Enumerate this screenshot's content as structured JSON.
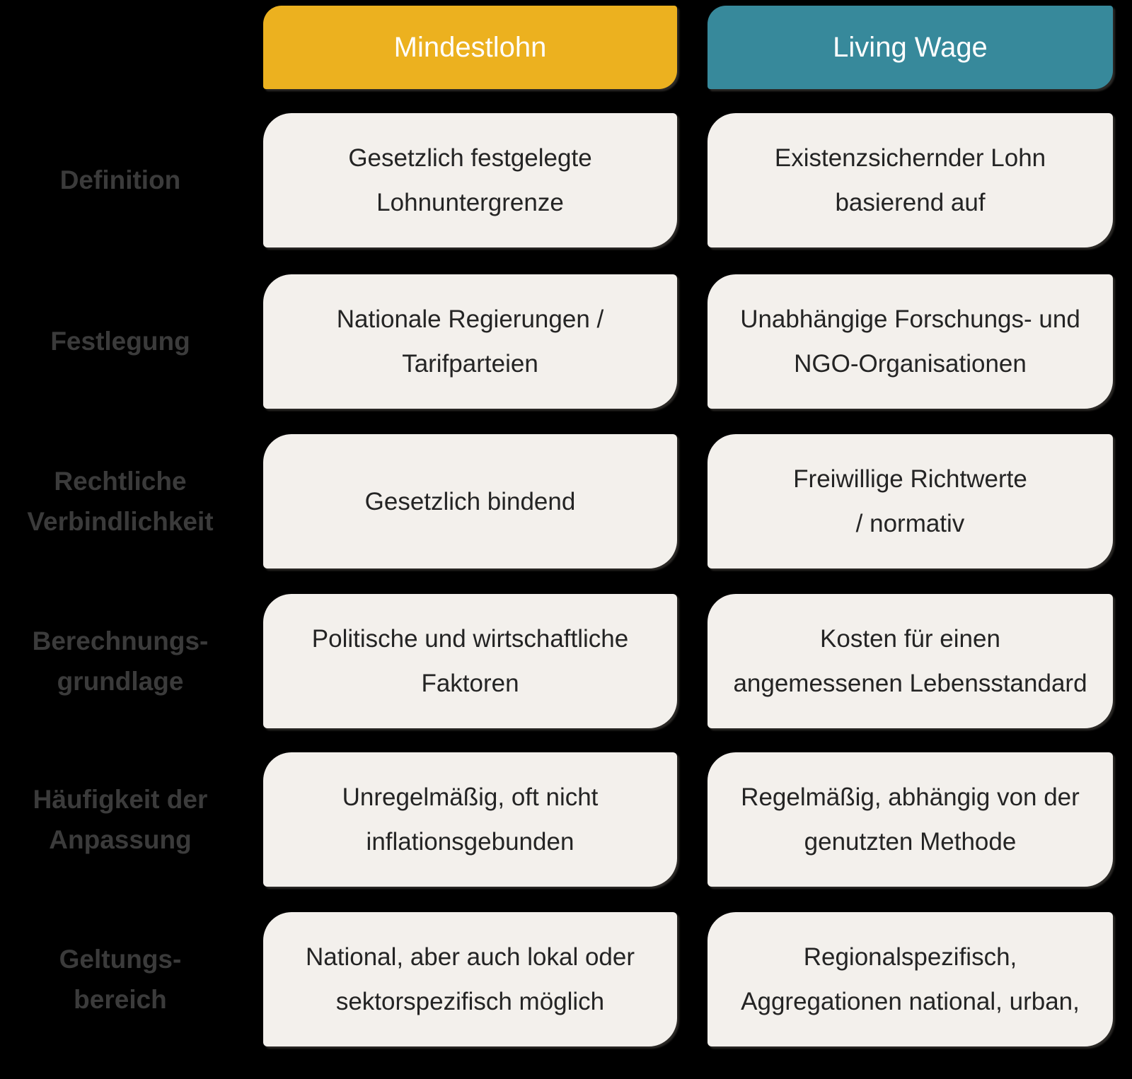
{
  "table": {
    "columns": [
      {
        "id": "mindestlohn",
        "label": "Mindestlohn",
        "color": "#ECB11F"
      },
      {
        "id": "living_wage",
        "label": "Living Wage",
        "color": "#37899B"
      }
    ],
    "rows": [
      {
        "label": "Definition",
        "mindestlohn": "Gesetzlich festgelegte\nLohnuntergrenze",
        "living_wage": "Existenzsichernder Lohn\nbasierend auf"
      },
      {
        "label": "Festlegung",
        "mindestlohn": "Nationale Regierungen /\nTarifparteien",
        "living_wage": "Unabhängige Forschungs- und\nNGO-Organisationen"
      },
      {
        "label": "Rechtliche\nVerbindlichkeit",
        "mindestlohn": "Gesetzlich bindend",
        "living_wage": "Freiwillige Richtwerte\n/ normativ"
      },
      {
        "label": "Berechnungs-\ngrundlage",
        "mindestlohn": "Politische und wirtschaftliche\nFaktoren",
        "living_wage": "Kosten für einen\nangemessenen Lebensstandard"
      },
      {
        "label": "Häufigkeit der\nAnpassung",
        "mindestlohn": "Unregelmäßig, oft nicht\ninflationsgebunden",
        "living_wage": "Regelmäßig, abhängig von der\ngenutzten Methode"
      },
      {
        "label": "Geltungs-\nbereich",
        "mindestlohn": "National, aber auch lokal oder\nsektorspezifisch möglich",
        "living_wage": "Regionalspezifisch,\nAggregationen national, urban,"
      }
    ]
  },
  "colors": {
    "background": "#000000",
    "header_mindestlohn": "#ECB11F",
    "header_living_wage": "#37899B",
    "header_text": "#FFFFFF",
    "card_background": "#F3F0EC",
    "card_text": "#242424",
    "label_text": "#3B3B3B"
  }
}
